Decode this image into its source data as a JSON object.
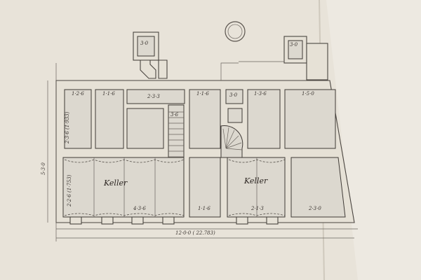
{
  "drawing": {
    "rooms": {
      "cellar_left": "Keller",
      "cellar_right": "Keller",
      "top_1": "1·2·6",
      "top_2": "1·1·6",
      "top_3": "2·3·3",
      "top_4": "1·1·6",
      "top_5": "3·0",
      "top_6": "1·3·6",
      "top_7": "1·5·0",
      "stair_landing": "3·6",
      "bottom_left_width": "4·3·6",
      "bottom_mid": "1·1·6",
      "bottom_right_1": "2·1·3",
      "bottom_right_2": "2·3·0",
      "tower_left": "3·0",
      "tower_right": "3·0"
    },
    "dimensions": {
      "overall_width": "12·0·0 ( 22.783)",
      "overall_depth": "5·3·0",
      "room_depth_upper": "2·3·6 (1·933)",
      "room_depth_lower": "2·2·6 (1·753)"
    },
    "colors": {
      "paper": "#e8e3d9",
      "ink": "#3f3a36"
    }
  }
}
